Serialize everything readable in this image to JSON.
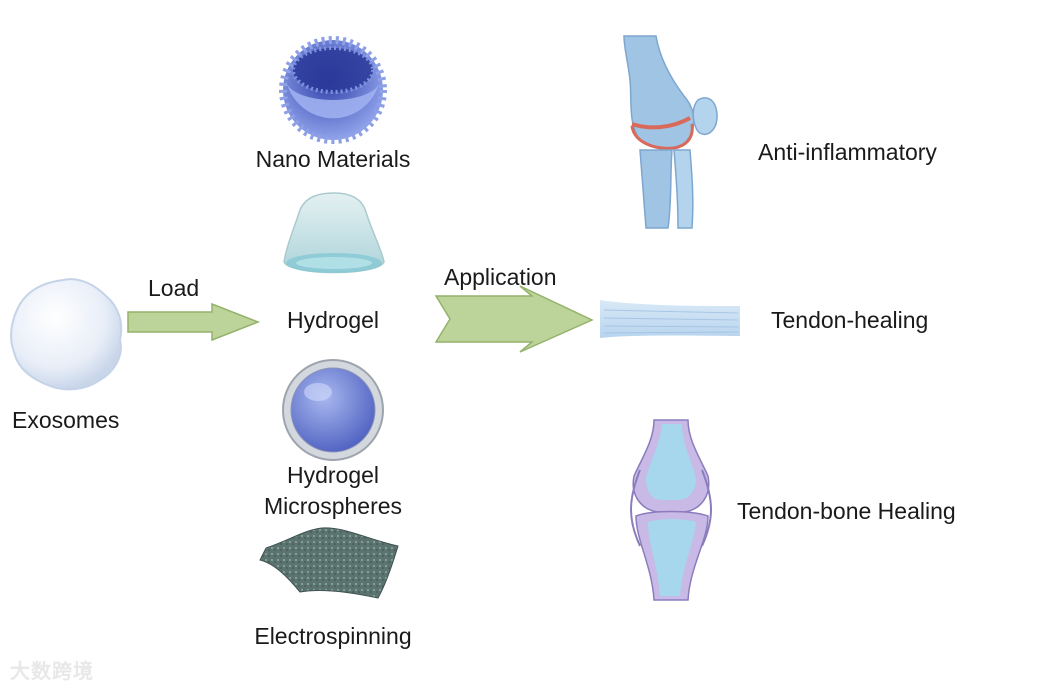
{
  "source": {
    "label": "Exosomes"
  },
  "arrows": {
    "load": "Load",
    "application": "Application"
  },
  "carriers": [
    {
      "label": "Nano Materials"
    },
    {
      "label": "Hydrogel"
    },
    {
      "label": "Hydrogel\nMicrospheres"
    },
    {
      "label": "Electrospinning"
    }
  ],
  "outcomes": [
    {
      "label": "Anti-inflammatory"
    },
    {
      "label": "Tendon-healing"
    },
    {
      "label": "Tendon-bone Healing"
    }
  ],
  "watermark": "大数跨境",
  "colors": {
    "arrow_fill": "#bcd49a",
    "arrow_stroke": "#93b26a",
    "nano_blue": "#5b6fcf",
    "bone_blue": "#9fc4e4",
    "cartilage_red": "#d9695a"
  }
}
